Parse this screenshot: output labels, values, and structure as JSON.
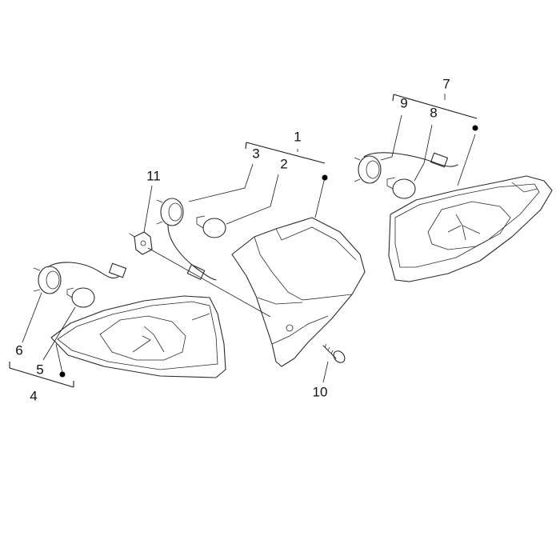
{
  "diagram": {
    "callouts": [
      {
        "id": "1",
        "label": "1"
      },
      {
        "id": "2",
        "label": "2"
      },
      {
        "id": "3",
        "label": "3"
      },
      {
        "id": "4",
        "label": "4"
      },
      {
        "id": "5",
        "label": "5"
      },
      {
        "id": "6",
        "label": "6"
      },
      {
        "id": "7",
        "label": "7"
      },
      {
        "id": "8",
        "label": "8"
      },
      {
        "id": "9",
        "label": "9"
      },
      {
        "id": "10",
        "label": "10"
      },
      {
        "id": "11",
        "label": "11"
      }
    ],
    "line_color": "#2b2b2b",
    "background": "#ffffff"
  }
}
